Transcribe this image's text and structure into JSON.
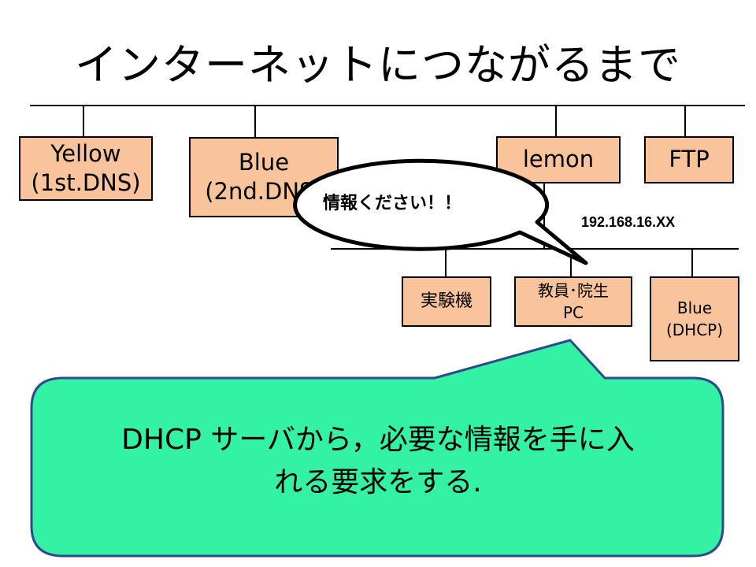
{
  "title": "インターネットにつながるまで",
  "nodes": {
    "yellow": {
      "line1": "Yellow",
      "line2": "(1st.DNS)"
    },
    "blue_dns": {
      "line1": "Blue",
      "line2": "(2nd.DNS)"
    },
    "lemon": {
      "label": "lemon"
    },
    "ftp": {
      "label": "FTP"
    },
    "experiment": {
      "label": "実験機"
    },
    "staff_pc": {
      "line1": "教員･院生",
      "line2": "PC"
    },
    "blue_dhcp": {
      "line1": "Blue",
      "line2": "(DHCP)"
    }
  },
  "subnet_label": "192.168.16.XX",
  "speech_bubble": "情報ください！！",
  "callout": {
    "line1": "DHCP サーバから，必要な情報を手に入",
    "line2": "れる要求をする."
  },
  "colors": {
    "node_fill": "#f9c49b",
    "callout_fill": "#33f2a3"
  }
}
